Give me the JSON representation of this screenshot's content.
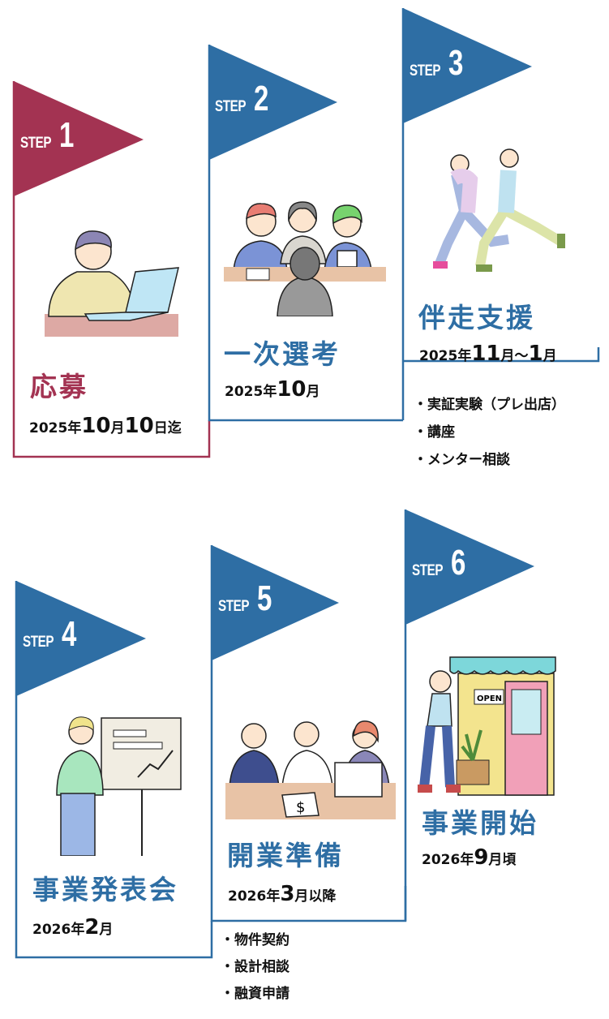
{
  "colors": {
    "step1": "#A33352",
    "steps": "#2E6EA4"
  },
  "steps": [
    {
      "label": "STEP",
      "number": "1",
      "title": "応募",
      "date": {
        "year": "2025年",
        "month": "10",
        "m": "月",
        "day": "10",
        "suffix": "日迄"
      }
    },
    {
      "label": "STEP",
      "number": "2",
      "title": "一次選考",
      "date": {
        "year": "2025年",
        "month": "10",
        "m": "月"
      }
    },
    {
      "label": "STEP",
      "number": "3",
      "title": "伴走支援",
      "date": {
        "year": "2025年",
        "month": "11",
        "m": "月～",
        "month2": "1",
        "m2": "月"
      },
      "bullets": [
        "・実証実験（プレ出店）",
        "・講座",
        "・メンター相談"
      ]
    },
    {
      "label": "STEP",
      "number": "4",
      "title": "事業発表会",
      "date": {
        "year": "2026年",
        "month": "2",
        "m": "月"
      }
    },
    {
      "label": "STEP",
      "number": "5",
      "title": "開業準備",
      "date": {
        "year": "2026年",
        "month": "3",
        "m": "月以降"
      },
      "bullets": [
        "・物件契約",
        "・設計相談",
        "・融資申請"
      ]
    },
    {
      "label": "STEP",
      "number": "6",
      "title": "事業開始",
      "date": {
        "year": "2026年",
        "month": "9",
        "m": "月頃"
      }
    }
  ],
  "illustrations": {
    "open_sign": "OPEN",
    "dollar": "$"
  }
}
